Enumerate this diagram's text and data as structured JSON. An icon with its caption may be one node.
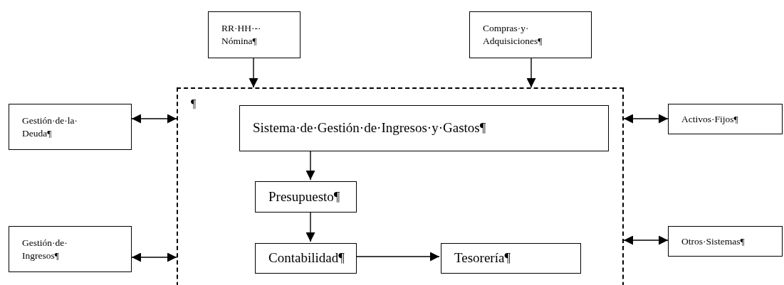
{
  "diagram": {
    "nodes": [
      {
        "text": [
          "RR·HH·-· Nómina¶"
        ]
      },
      {
        "text": [
          "Compras·y· Adquisiciones¶"
        ]
      },
      {
        "text": [
          "Gestión·de·la· Deuda¶"
        ]
      },
      {
        "text": [
          "¶"
        ]
      },
      {
        "text": [
          "Sistema·de·Gestión·de·Ingresos·y·Gastos¶"
        ],
        "in": 3
      },
      {
        "text": [
          "Activos·Fijos¶"
        ]
      },
      {
        "text": [
          "Presupuesto¶"
        ],
        "in": 3
      },
      {
        "text": [
          "Gestión·de· Ingresos¶"
        ]
      },
      {
        "text": [
          "Contabilidad¶"
        ],
        "in": 3
      },
      {
        "text": [
          "Tesorería¶"
        ],
        "in": 3
      },
      {
        "text": [
          "Otros·Sistemas¶"
        ]
      }
    ],
    "edges": [
      {
        "from": 0,
        "to": 3,
        "arrow": "to"
      },
      {
        "from": 1,
        "to": 3,
        "arrow": "to"
      },
      {
        "from": 2,
        "to": 3,
        "arrow": "both"
      },
      {
        "from": 3,
        "to": 5,
        "arrow": "both"
      },
      {
        "from": 4,
        "to": 6,
        "arrow": "to"
      },
      {
        "from": 6,
        "to": 8,
        "arrow": "to"
      },
      {
        "from": 7,
        "to": 3,
        "arrow": "both"
      },
      {
        "from": 8,
        "to": 9,
        "arrow": "to"
      },
      {
        "from": 3,
        "to": 10,
        "arrow": "both"
      }
    ]
  }
}
